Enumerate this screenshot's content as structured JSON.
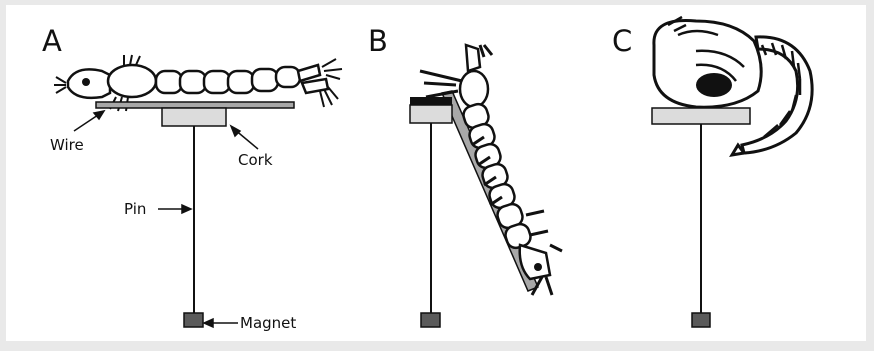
{
  "panels": [
    {
      "letter": "A"
    },
    {
      "letter": "B"
    },
    {
      "letter": "C"
    }
  ],
  "labels": {
    "wire": "Wire",
    "cork": "Cork",
    "pin": "Pin",
    "magnet": "Magnet"
  },
  "colors": {
    "background": "#e9e9e9",
    "figure": "#ffffff",
    "cork_fill": "#dcdcdc",
    "wire_fill": "#a8a8a8",
    "magnet_fill": "#5b5b5b",
    "outline": "#111111"
  }
}
